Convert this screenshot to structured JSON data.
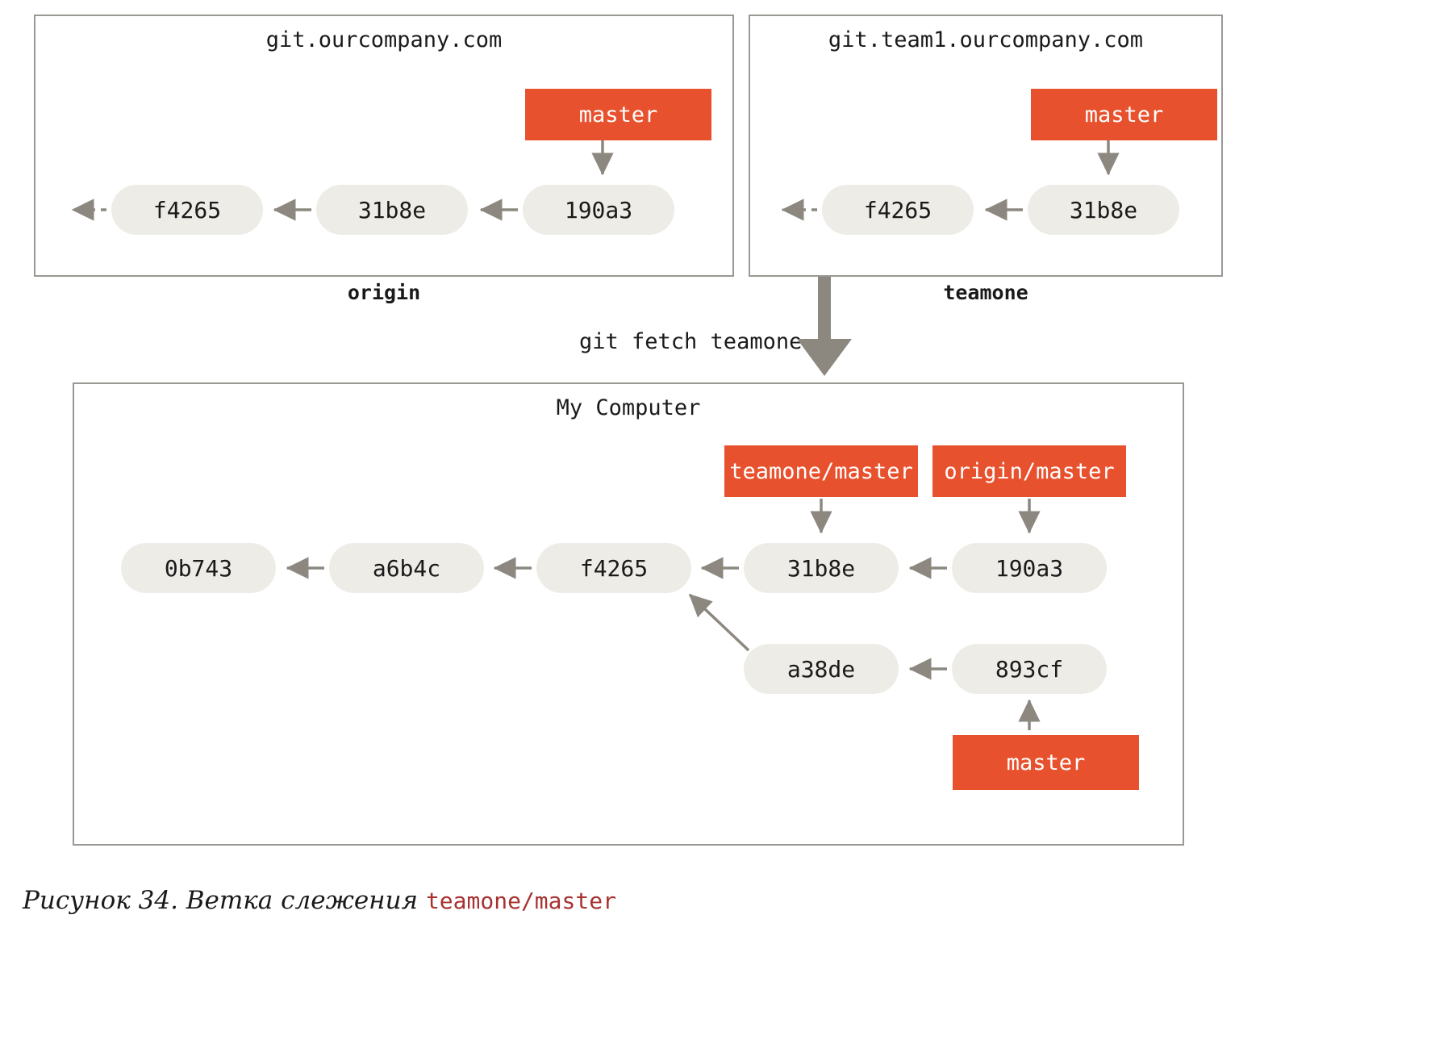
{
  "figure": {
    "caption_prefix": "Рисунок 34. Ветка слежения ",
    "caption_mono": "teamone/master"
  },
  "colors": {
    "branch_box": "#e8512e",
    "commit_node": "#eeece6",
    "panel_border": "#9b9894",
    "arrow": "#8c8880",
    "background": "#ffffff",
    "caption_mono": "#a83232"
  },
  "panels": [
    {
      "id": "origin",
      "title": "git.ourcompany.com",
      "caption": "origin",
      "commits": [
        "f4265",
        "31b8e",
        "190a3"
      ],
      "branch": "master",
      "branch_points_to": "190a3"
    },
    {
      "id": "teamone",
      "title": "git.team1.ourcompany.com",
      "caption": "teamone",
      "commits": [
        "f4265",
        "31b8e"
      ],
      "branch": "master",
      "branch_points_to": "31b8e"
    },
    {
      "id": "my-computer",
      "title": "My Computer",
      "caption": "",
      "commits_main": [
        "0b743",
        "a6b4c",
        "f4265",
        "31b8e",
        "190a3"
      ],
      "commits_branch": [
        "a38de",
        "893cf"
      ],
      "branches": [
        {
          "label": "teamone/master",
          "points_to": "31b8e"
        },
        {
          "label": "origin/master",
          "points_to": "190a3"
        },
        {
          "label": "master",
          "points_to": "893cf"
        }
      ]
    }
  ],
  "command": {
    "fetch_label": "git fetch teamone"
  }
}
